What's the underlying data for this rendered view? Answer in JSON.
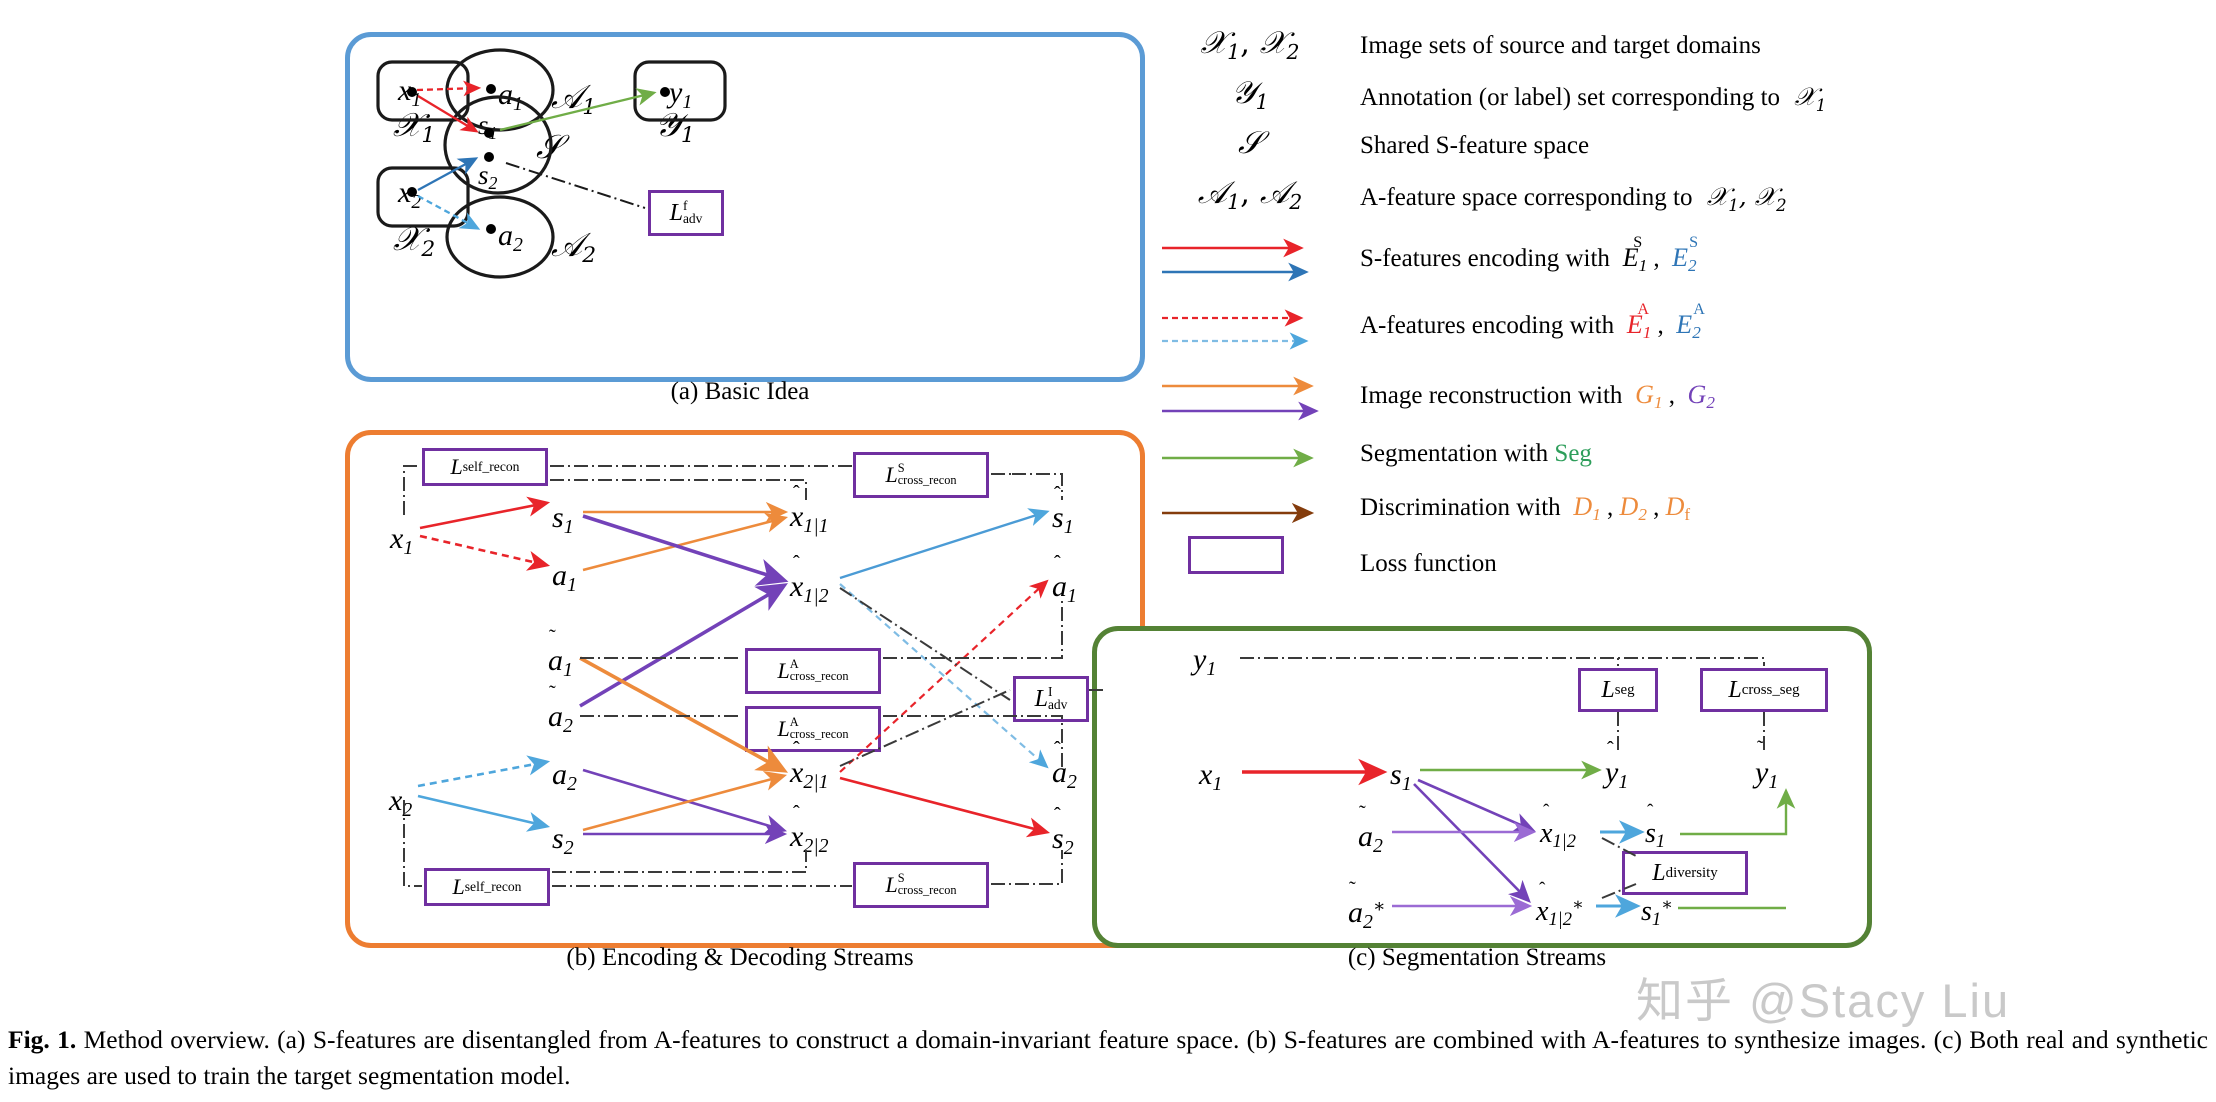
{
  "figure": {
    "caption_prefix": "Fig. 1.",
    "caption_text": " Method overview. (a) S-features are disentangled from A-features to construct a domain-invariant feature space. (b) S-features are combined with A-features to synthesize images. (c) Both real and synthetic images are used to train the target segmentation model.",
    "watermark": "知乎 @Stacy Liu"
  },
  "colors": {
    "panel_a_border": "#5B9BD5",
    "panel_b_border": "#ED7D31",
    "panel_c_border": "#548235",
    "loss_box_border": "#7030A0",
    "red": "#E8242A",
    "red_dashed": "#E8242A",
    "blue": "#2E75B6",
    "blue_light": "#4EA6DC",
    "orange": "#ED8B3C",
    "purple": "#7342B8",
    "green": "#70AD47",
    "brown": "#843C0C",
    "black": "#000000"
  },
  "panels": {
    "a": {
      "caption": "(a) Basic Idea",
      "nodes": {
        "x1": "x",
        "x1_sub": "1",
        "x2": "x",
        "x2_sub": "2",
        "a1": "a",
        "a1_sub": "1",
        "a2": "a",
        "a2_sub": "2",
        "s1": "s",
        "s1_sub": "1",
        "s2": "s",
        "s2_sub": "2",
        "y1": "y",
        "y1_sub": "1"
      },
      "space_labels": {
        "X1": "X",
        "X1_sub": "1",
        "X2": "X",
        "X2_sub": "2",
        "A1": "A",
        "A1_sub": "1",
        "A2": "A",
        "A2_sub": "2",
        "S": "S",
        "Y1": "Y",
        "Y1_sub": "1"
      },
      "loss": {
        "L": "L",
        "sup": "f",
        "sub": "adv"
      }
    },
    "b": {
      "caption": "(b) Encoding & Decoding Streams",
      "nodes": [
        {
          "id": "x1",
          "base": "x",
          "sub": "1",
          "hat": false,
          "tilde": false
        },
        {
          "id": "s1",
          "base": "s",
          "sub": "1",
          "hat": false,
          "tilde": false
        },
        {
          "id": "a1",
          "base": "a",
          "sub": "1",
          "hat": false,
          "tilde": false
        },
        {
          "id": "at1",
          "base": "a",
          "sub": "1",
          "hat": false,
          "tilde": true
        },
        {
          "id": "at2",
          "base": "a",
          "sub": "2",
          "hat": false,
          "tilde": true
        },
        {
          "id": "x2",
          "base": "x",
          "sub": "2",
          "hat": false,
          "tilde": false
        },
        {
          "id": "a2",
          "base": "a",
          "sub": "2",
          "hat": false,
          "tilde": false
        },
        {
          "id": "s2",
          "base": "s",
          "sub": "2",
          "hat": false,
          "tilde": false
        },
        {
          "id": "xh11",
          "base": "x",
          "sub": "1|1",
          "hat": true,
          "tilde": false
        },
        {
          "id": "xh12",
          "base": "x",
          "sub": "1|2",
          "hat": true,
          "tilde": false
        },
        {
          "id": "xh21",
          "base": "x",
          "sub": "2|1",
          "hat": true,
          "tilde": false
        },
        {
          "id": "xh22",
          "base": "x",
          "sub": "2|2",
          "hat": true,
          "tilde": false
        },
        {
          "id": "sh1",
          "base": "s",
          "sub": "1",
          "hat": true,
          "tilde": false
        },
        {
          "id": "ah1",
          "base": "a",
          "sub": "1",
          "hat": true,
          "tilde": false
        },
        {
          "id": "ah2",
          "base": "a",
          "sub": "2",
          "hat": true,
          "tilde": false
        },
        {
          "id": "sh2",
          "base": "s",
          "sub": "2",
          "hat": true,
          "tilde": false
        }
      ],
      "losses": [
        {
          "id": "self_recon_top",
          "L": "L",
          "sup": "",
          "sub": "self_recon"
        },
        {
          "id": "cross_recon_S_top",
          "L": "L",
          "sup": "S",
          "sub": "cross_recon"
        },
        {
          "id": "cross_recon_A_1",
          "L": "L",
          "sup": "A",
          "sub": "cross_recon"
        },
        {
          "id": "cross_recon_A_2",
          "L": "L",
          "sup": "A",
          "sub": "cross_recon"
        },
        {
          "id": "adv_I",
          "L": "L",
          "sup": "I",
          "sub": "adv"
        },
        {
          "id": "self_recon_bot",
          "L": "L",
          "sup": "",
          "sub": "self_recon"
        },
        {
          "id": "cross_recon_S_bot",
          "L": "L",
          "sup": "S",
          "sub": "cross_recon"
        }
      ]
    },
    "c": {
      "caption": "(c) Segmentation Streams",
      "nodes": [
        {
          "id": "y1",
          "base": "y",
          "sub": "1",
          "hat": false,
          "tilde": false
        },
        {
          "id": "x1",
          "base": "x",
          "sub": "1",
          "hat": false,
          "tilde": false
        },
        {
          "id": "s1",
          "base": "s",
          "sub": "1",
          "hat": false,
          "tilde": false
        },
        {
          "id": "yh1",
          "base": "y",
          "sub": "1",
          "hat": true,
          "tilde": false
        },
        {
          "id": "yt1",
          "base": "y",
          "sub": "1",
          "hat": false,
          "tilde": true
        },
        {
          "id": "at2",
          "base": "a",
          "sub": "2",
          "hat": false,
          "tilde": true
        },
        {
          "id": "at2star",
          "base": "a",
          "sub": "2",
          "hat": false,
          "tilde": true,
          "star": true
        },
        {
          "id": "xh12",
          "base": "x",
          "sub": "1|2",
          "hat": true,
          "tilde": false
        },
        {
          "id": "xh12star",
          "base": "x",
          "sub": "1|2",
          "hat": true,
          "tilde": false,
          "star": true
        },
        {
          "id": "sh1",
          "base": "s",
          "sub": "1",
          "hat": true,
          "tilde": false
        },
        {
          "id": "sh1star",
          "base": "s",
          "sub": "1",
          "hat": true,
          "tilde": false,
          "star": true
        }
      ],
      "losses": [
        {
          "id": "seg",
          "L": "L",
          "sub": "seg"
        },
        {
          "id": "cross_seg",
          "L": "L",
          "sub": "cross_seg"
        },
        {
          "id": "diversity",
          "L": "L",
          "sub": "diversity"
        }
      ]
    }
  },
  "legend": [
    {
      "id": "row-X",
      "sym_type": "text",
      "text": "Image sets of source and target domains"
    },
    {
      "id": "row-Y",
      "sym_type": "text",
      "text": "Annotation (or label) set corresponding to"
    },
    {
      "id": "row-S",
      "sym_type": "text",
      "text": "Shared S-feature space"
    },
    {
      "id": "row-A",
      "sym_type": "text",
      "text": "A-feature space corresponding to"
    },
    {
      "id": "row-sfeat",
      "sym_type": "arrows",
      "text": "S-features encoding with"
    },
    {
      "id": "row-afeat",
      "sym_type": "arrows-dashed",
      "text": "A-features encoding with"
    },
    {
      "id": "row-recon",
      "sym_type": "arrows",
      "text": "Image reconstruction with"
    },
    {
      "id": "row-seg",
      "sym_type": "arrow",
      "text": "Segmentation with"
    },
    {
      "id": "row-disc",
      "sym_type": "arrow",
      "text": "Discrimination with"
    },
    {
      "id": "row-loss",
      "sym_type": "box",
      "text": "Loss function"
    }
  ],
  "legend_math": {
    "X1X2": "X₁, X₂",
    "Y1": "Y₁",
    "S": "S",
    "A1A2": "A₁, A₂",
    "to_X1": "X₁",
    "to_X1X2": "X₁, X₂",
    "E1S": "E",
    "E1S_sub": "1",
    "E1S_sup": "S",
    "E2S": "E",
    "E2S_sub": "2",
    "E2S_sup": "S",
    "E1A": "E",
    "E1A_sub": "1",
    "E1A_sup": "A",
    "E2A": "E",
    "E2A_sub": "2",
    "E2A_sup": "A",
    "G1": "G",
    "G1_sub": "1",
    "G2": "G",
    "G2_sub": "2",
    "Seg": "Seg",
    "D1": "D",
    "D1_sub": "1",
    "D2": "D",
    "D2_sub": "2",
    "Df": "D",
    "Df_sub": "f"
  }
}
